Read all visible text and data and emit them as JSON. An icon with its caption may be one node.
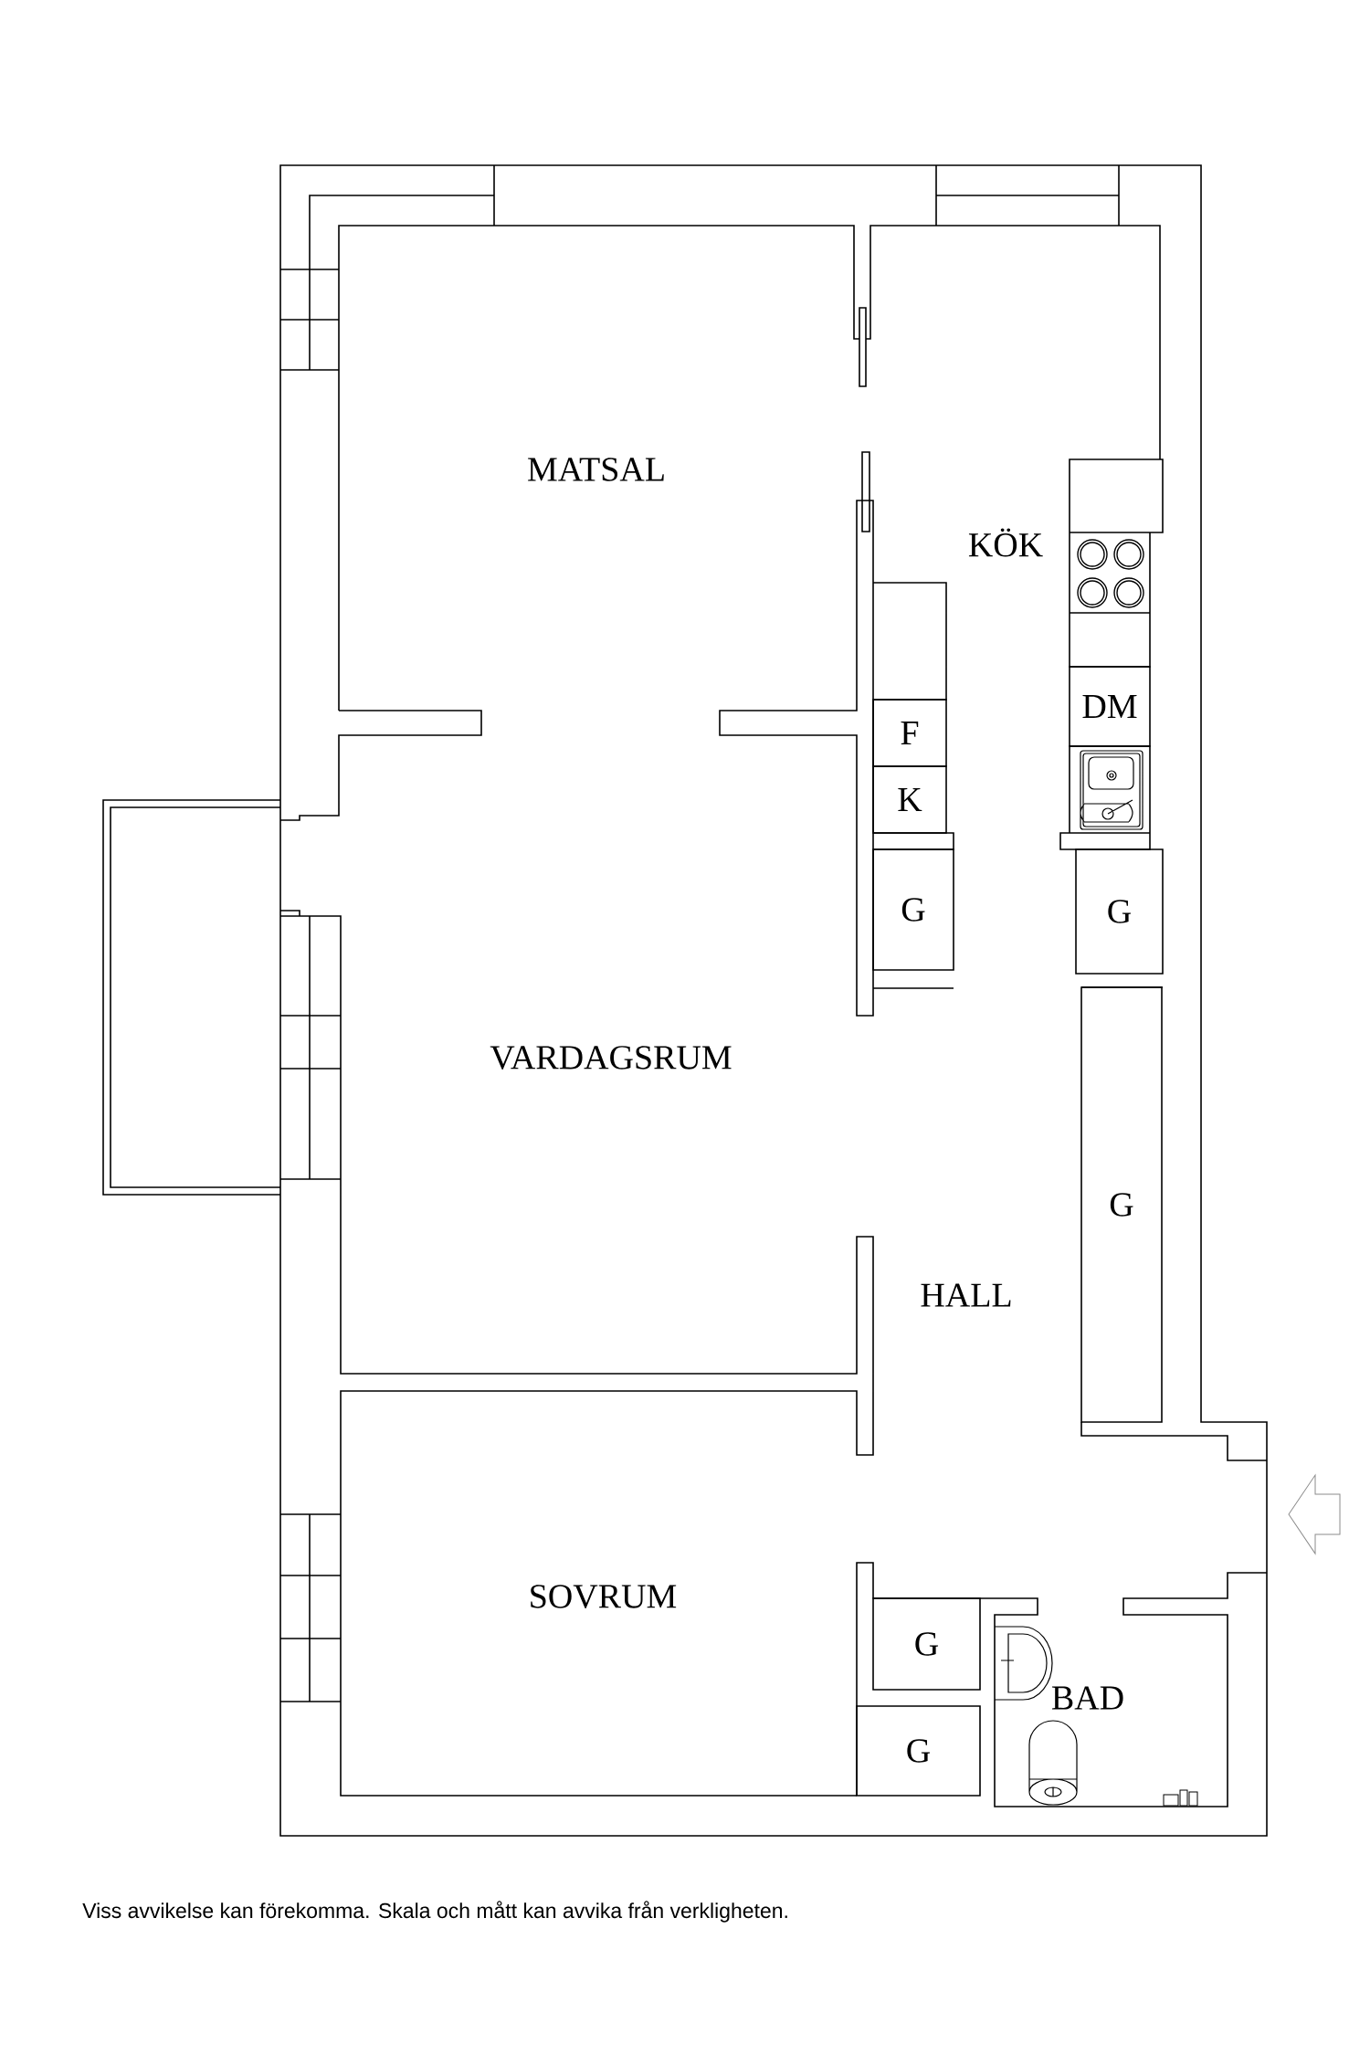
{
  "diagram": {
    "caption": "Viss avvikelse kan förekomma. Skala och mått kan avvika från verkligheten.",
    "nodes": [
      {
        "text": [
          "DM"
        ]
      },
      {
        "text": [
          "F"
        ]
      },
      {
        "text": [
          "K"
        ]
      },
      {
        "text": [
          "G"
        ]
      },
      {
        "text": [
          "G"
        ]
      },
      {
        "text": [
          "G"
        ]
      },
      {
        "text": [
          "G"
        ]
      },
      {
        "text": [
          "G"
        ]
      }
    ],
    "labels": [
      "MATSAL",
      "KÖK",
      "VARDAGSRUM",
      "HALL",
      "SOVRUM",
      "BAD"
    ]
  }
}
